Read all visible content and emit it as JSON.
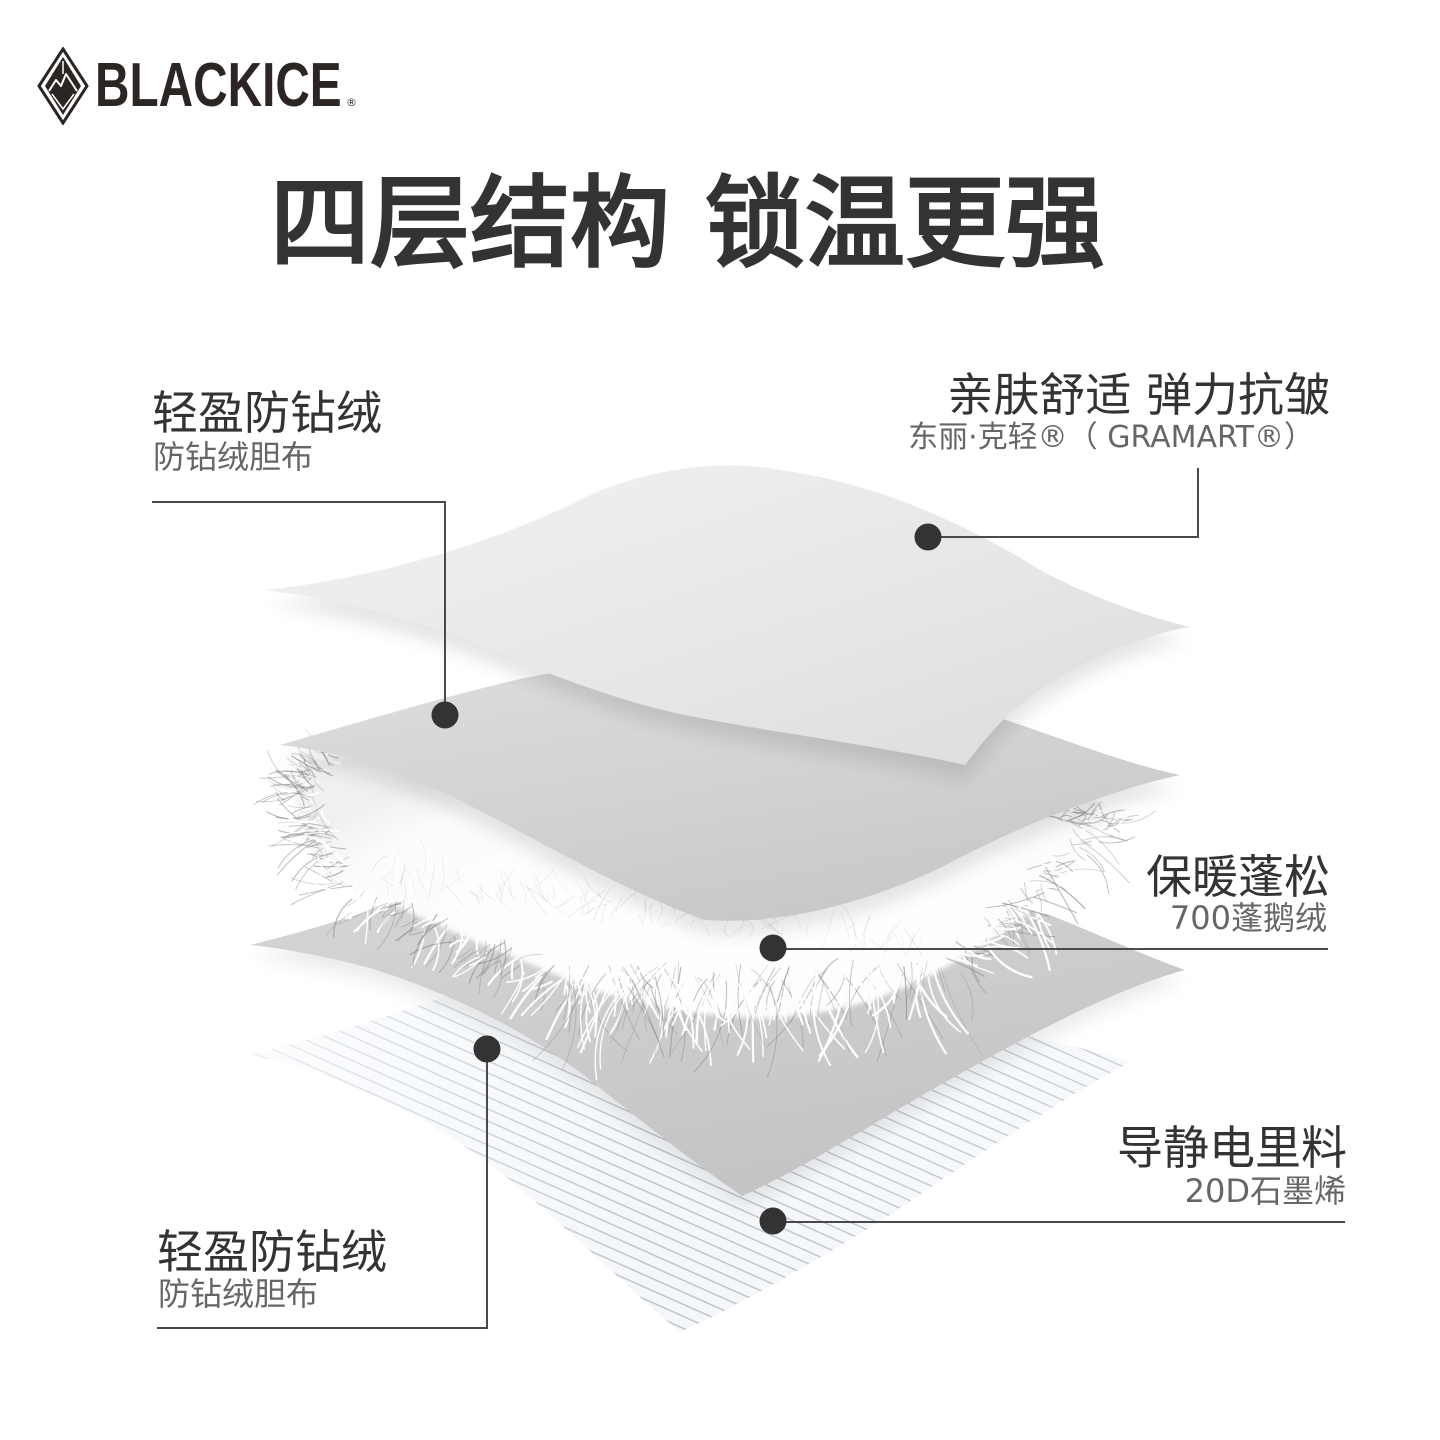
{
  "brand": {
    "name": "BLACKICE",
    "registered": "®",
    "logo_icon": "diamond-mountain-icon"
  },
  "headline": "四层结构 锁温更强",
  "callouts": [
    {
      "title": "亲肤舒适 弹力抗皱",
      "subtitle": "东丽·克轻®（ GRAMART®）"
    },
    {
      "title": "轻盈防钻绒",
      "subtitle": "防钻绒胆布"
    },
    {
      "title": "保暖蓬松",
      "subtitle": "700蓬鹅绒"
    },
    {
      "title": "轻盈防钻绒",
      "subtitle": "防钻绒胆布"
    },
    {
      "title": "导静电里料",
      "subtitle": "20D石墨烯"
    }
  ],
  "colors": {
    "brand": "#2b2523",
    "text": "#333333",
    "subtext": "#666666",
    "connector": "#4a4a4a"
  }
}
